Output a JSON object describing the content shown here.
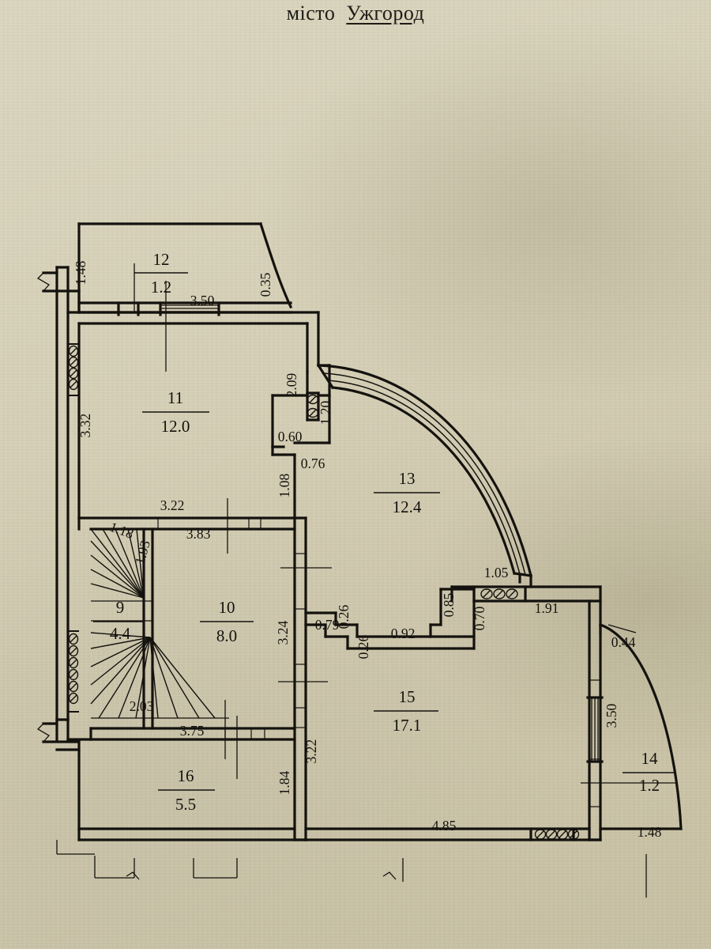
{
  "title": {
    "prefix": "місто",
    "city": "Ужгород"
  },
  "document": {
    "kind": "floor-plan",
    "units": "m",
    "area_units": "m2"
  },
  "rooms": [
    {
      "number": "12",
      "area": "1.2",
      "name": "balcony-12"
    },
    {
      "number": "11",
      "area": "12.0",
      "name": "room-11"
    },
    {
      "number": "9",
      "area": "4.4",
      "name": "stairs-9"
    },
    {
      "number": "10",
      "area": "8.0",
      "name": "room-10"
    },
    {
      "number": "13",
      "area": "12.4",
      "name": "room-13"
    },
    {
      "number": "15",
      "area": "17.1",
      "name": "room-15"
    },
    {
      "number": "16",
      "area": "5.5",
      "name": "room-16"
    },
    {
      "number": "14",
      "area": "1.2",
      "name": "balcony-14"
    }
  ],
  "dimensions": {
    "d_1_48_top": "1.48",
    "d_3_50_top": "3.50",
    "d_0_35": "0.35",
    "d_3_32": "3.32",
    "d_2_09": "2.09",
    "d_1_20": "1.20",
    "d_0_60": "0.60",
    "d_0_76": "0.76",
    "d_1_08": "1.08",
    "d_3_22_top": "3.22",
    "d_3_83": "3.83",
    "d_1_18": "1.18",
    "d_1_93": "1.93",
    "d_2_03": "2.03",
    "d_3_75": "3.75",
    "d_3_24": "3.24",
    "d_0_79": "0.79",
    "d_0_26_a": "0.26",
    "d_0_26_b": "0.26",
    "d_0_92": "0.92",
    "d_0_85": "0.85",
    "d_0_70": "0.70",
    "d_1_05": "1.05",
    "d_1_91": "1.91",
    "d_0_44": "0.44",
    "d_3_50_right": "3.50",
    "d_1_48_right": "1.48",
    "d_3_22_bottom": "3.22",
    "d_1_84": "1.84",
    "d_4_85": "4.85"
  },
  "colors": {
    "ink": "#14120e",
    "paper": "#d7d1b8",
    "paper_dark": "#c9c2a5"
  },
  "symbols": {
    "window": "window-hatched-circles",
    "glazing": "glass-door-lines",
    "stairs": "winder-stair-treads",
    "break": "dimension-break-mark"
  }
}
